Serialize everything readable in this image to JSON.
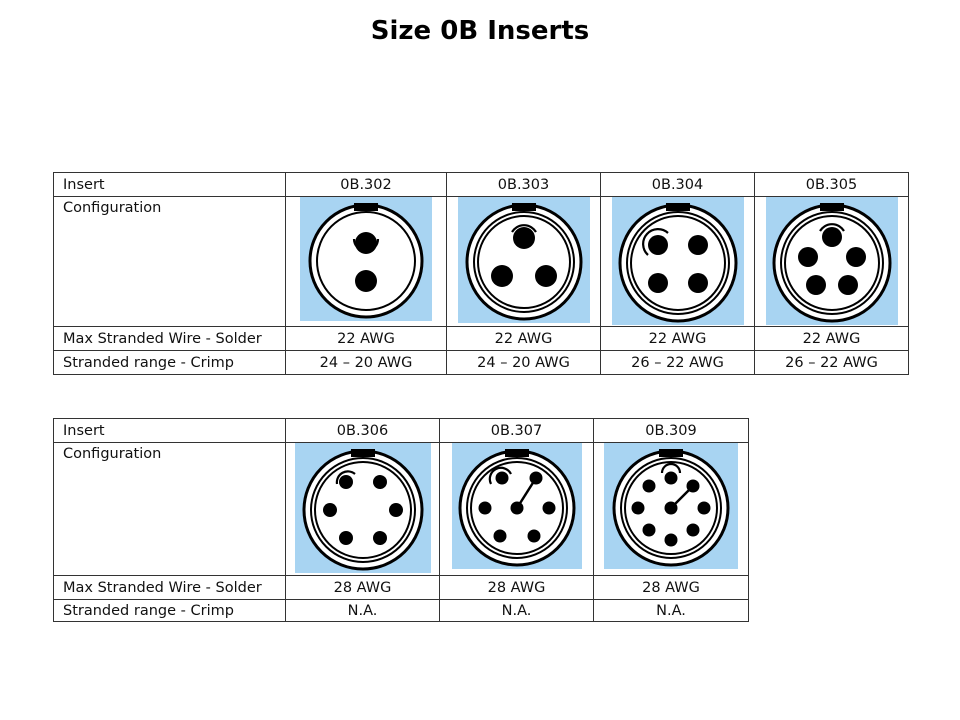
{
  "title": "Size 0B Inserts",
  "row_labels": {
    "insert": "Insert",
    "configuration": "Configuration",
    "solder": "Max Stranded Wire - Solder",
    "crimp": "Stranded range - Crimp"
  },
  "table1": [
    {
      "insert": "0B.302",
      "solder": "22 AWG",
      "crimp": "24 – 20 AWG"
    },
    {
      "insert": "0B.303",
      "solder": "22 AWG",
      "crimp": "24 – 20 AWG"
    },
    {
      "insert": "0B.304",
      "solder": "22 AWG",
      "crimp": "26 – 22 AWG"
    },
    {
      "insert": "0B.305",
      "solder": "22 AWG",
      "crimp": "26 – 22 AWG"
    }
  ],
  "table2": [
    {
      "insert": "0B.306",
      "solder": "28 AWG",
      "crimp": "N.A."
    },
    {
      "insert": "0B.307",
      "solder": "28 AWG",
      "crimp": "N.A."
    },
    {
      "insert": "0B.309",
      "solder": "28 AWG",
      "crimp": "N.A."
    }
  ],
  "colors": {
    "image_bg": "#a8d4f2"
  }
}
